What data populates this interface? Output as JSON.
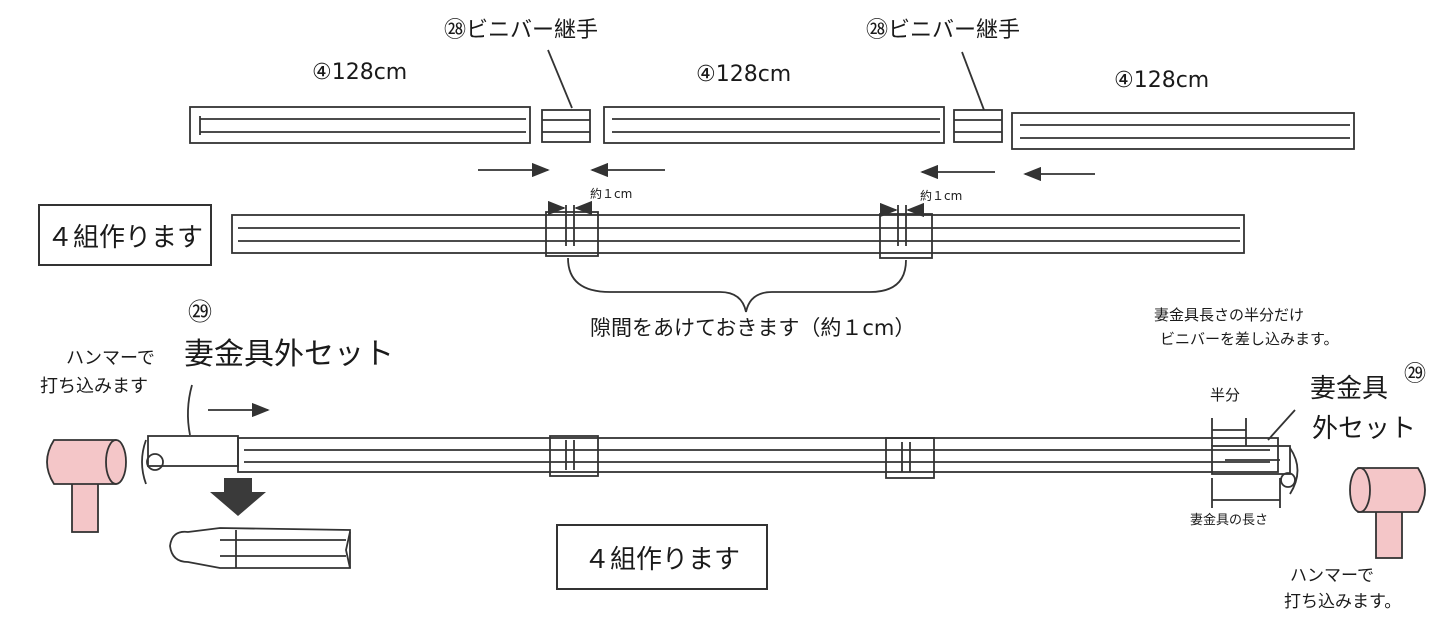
{
  "labels": {
    "part_len_1": "④128cm",
    "part_len_2": "④128cm",
    "part_len_3": "④128cm",
    "joint_1": "㉘ビニバー継手",
    "joint_2": "㉘ビニバー継手",
    "gap_1": "約１cm",
    "gap_2": "約１cm",
    "make_four_top": "４組作ります",
    "gap_note": "隙間をあけておきます（約１cm）",
    "item29_num_left": "㉙",
    "item29_name_left": "妻金具外セット",
    "hammer_note_left_1": "ハンマーで",
    "hammer_note_left_2": "打ち込みます",
    "insert_note_1": "妻金具長さの半分だけ",
    "insert_note_2": "ビニバーを差し込みます。",
    "item29_num_right": "㉙",
    "item29_name_right_1": "妻金具",
    "item29_name_right_2": "外セット",
    "half_label": "半分",
    "fitting_length_label": "妻金具の長さ",
    "make_four_bottom": "４組作ります",
    "hammer_note_right_1": "ハンマーで",
    "hammer_note_right_2": "打ち込みます。"
  },
  "colors": {
    "line": "#333333",
    "hammer_fill": "#f4c6c8",
    "arrow_fill": "#3a3a3a"
  },
  "icons": {
    "hammer": "hammer-icon",
    "down_arrow": "down-arrow-icon"
  }
}
